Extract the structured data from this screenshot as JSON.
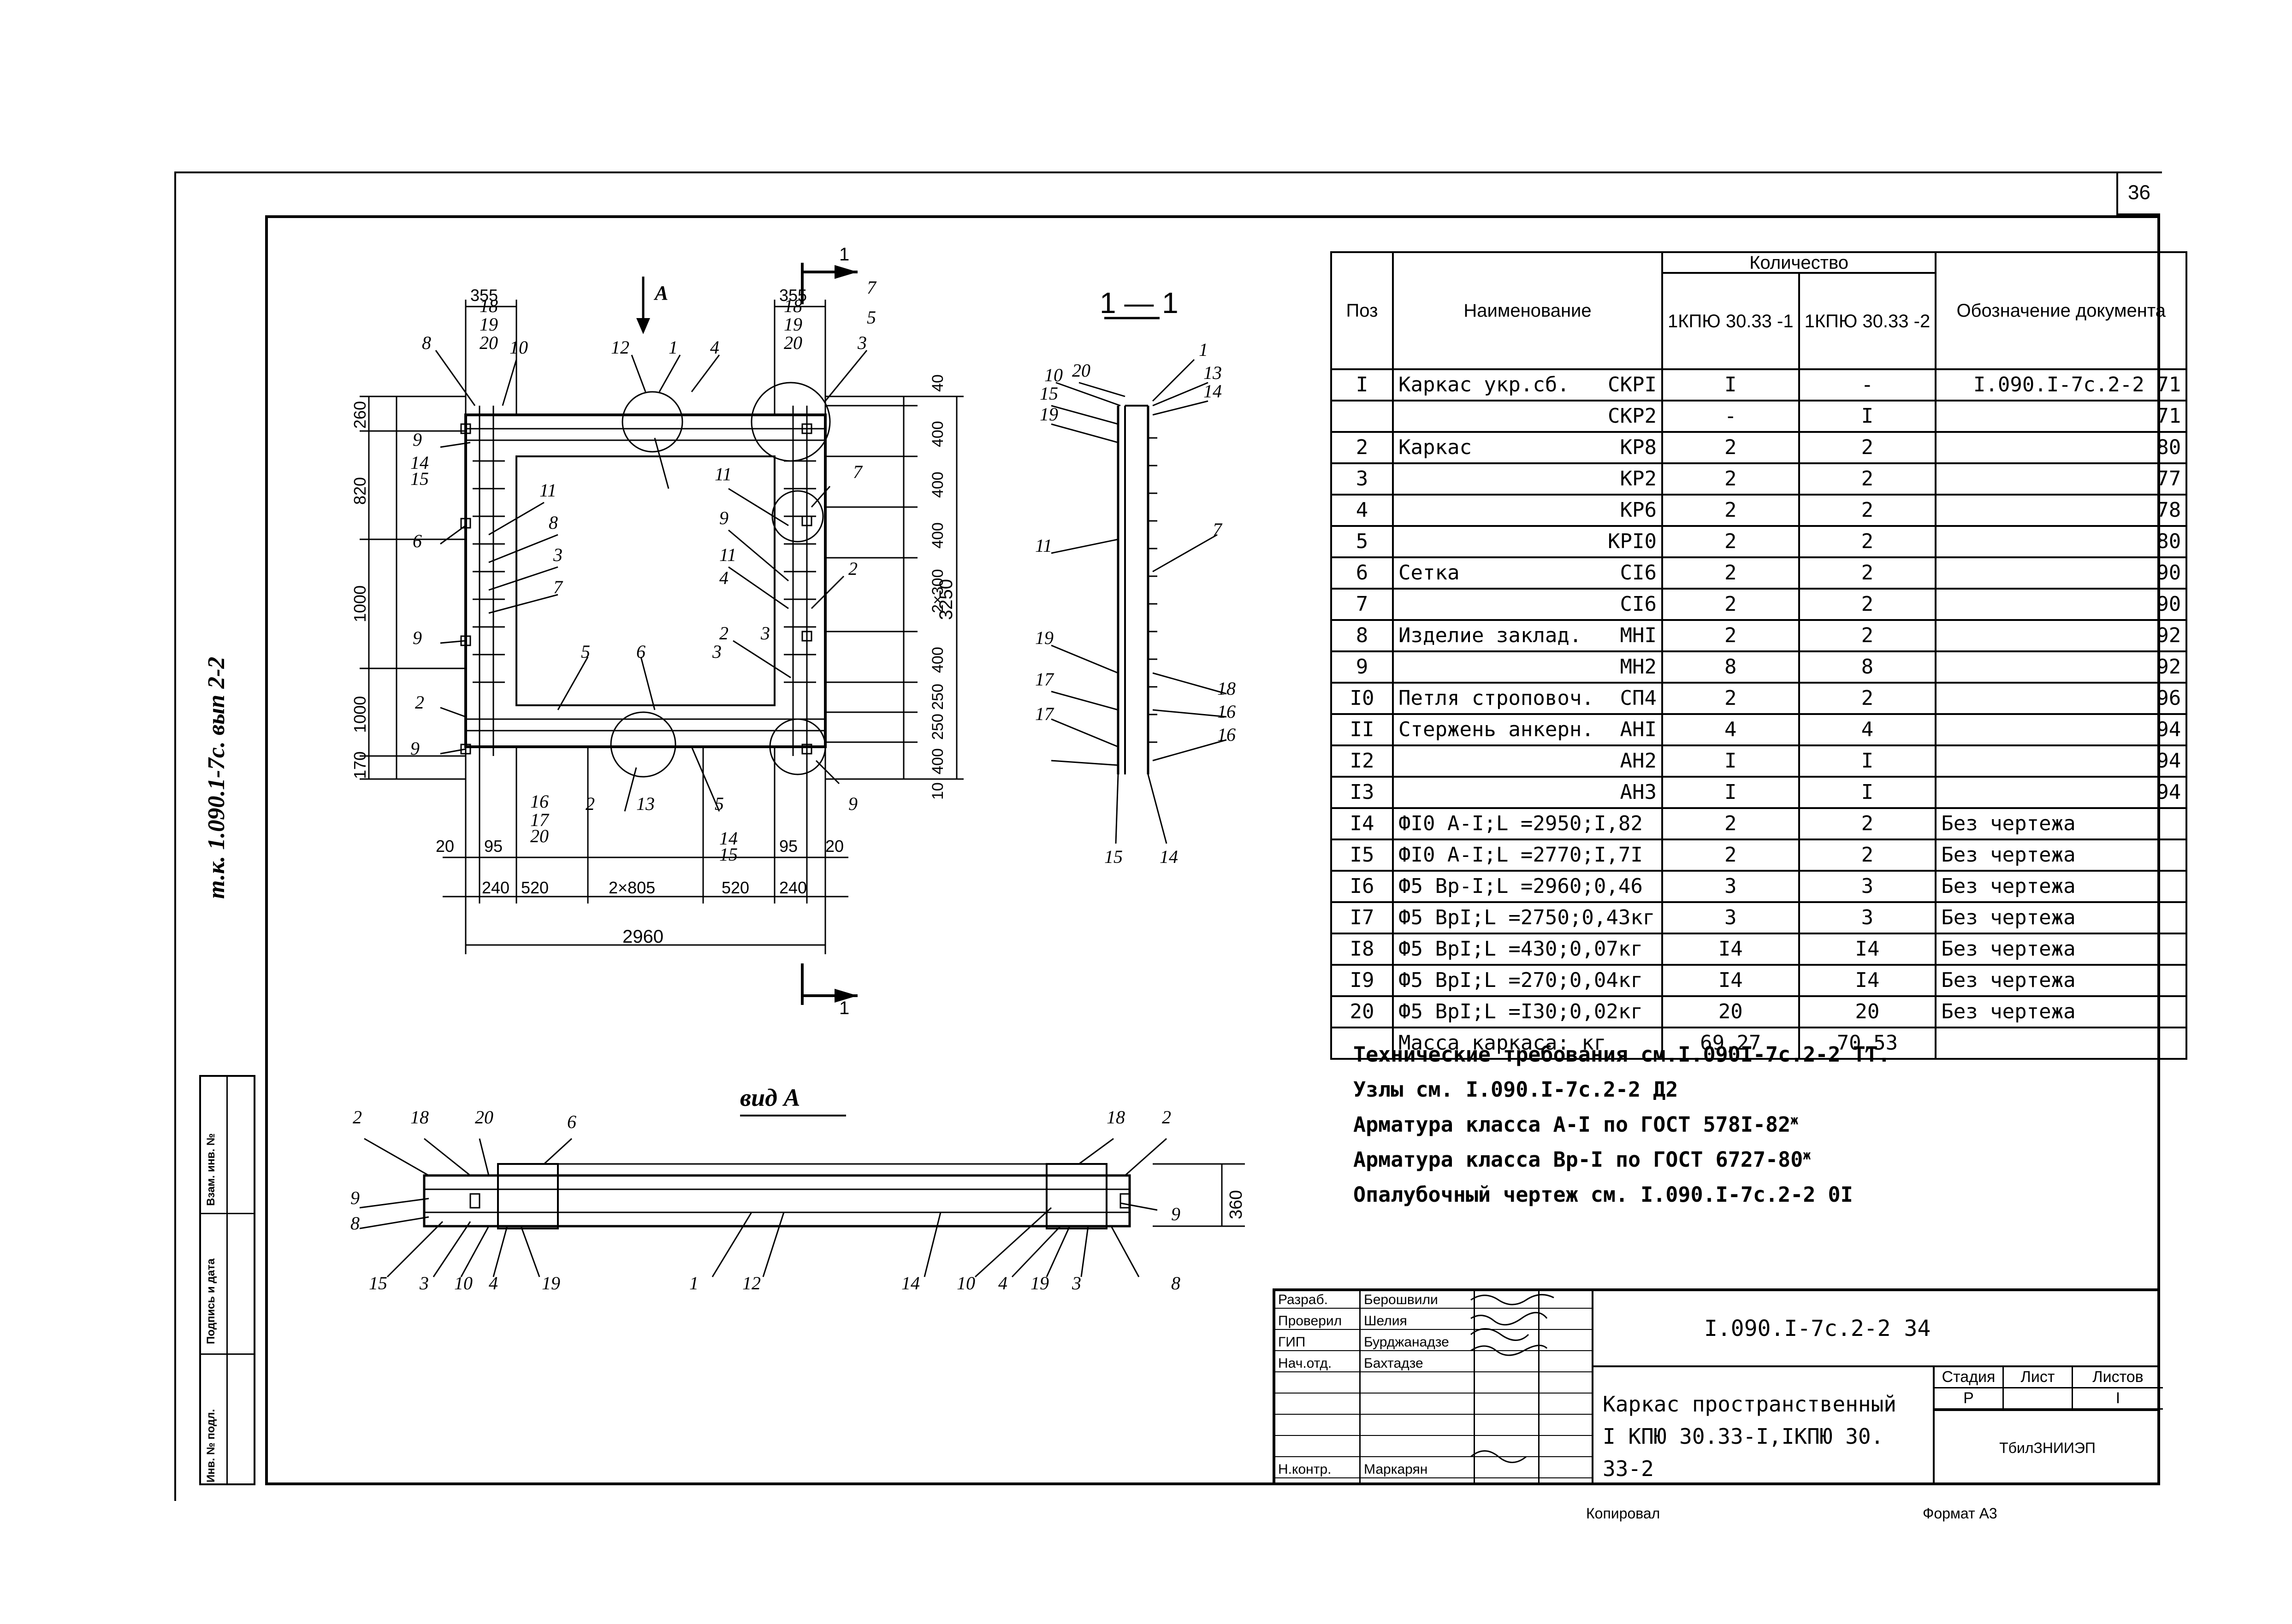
{
  "sheet_number": "36",
  "side_code": "т.к. 1.090.1-7с. вып 2-2",
  "side_stamp": [
    "Инв. № подл.",
    "Подпись и дата",
    "Взам. инв. №"
  ],
  "plan": {
    "dims_top": [
      "355",
      "355"
    ],
    "dims_left": [
      "260",
      "820",
      "1000",
      "1000",
      "170"
    ],
    "dims_right": [
      "40",
      "400",
      "400",
      "400",
      "2×300",
      "400",
      "250",
      "250",
      "400",
      "10"
    ],
    "total_height": "3250",
    "dims_bottom": [
      "20",
      "95",
      "240",
      "520",
      "2×805",
      "520",
      "240",
      "95",
      "20"
    ],
    "total_width": "2960",
    "view_arrow": "А",
    "cut_label": "1",
    "markers": [
      "8",
      "10",
      "12",
      "1",
      "4",
      "18",
      "19",
      "20",
      "18",
      "19",
      "20",
      "7",
      "5",
      "3",
      "9",
      "14",
      "15",
      "11",
      "6",
      "8",
      "11",
      "7",
      "9",
      "3",
      "7",
      "11",
      "2",
      "4",
      "2",
      "9",
      "3",
      "5",
      "6",
      "2",
      "9",
      "16",
      "17",
      "20",
      "2",
      "13",
      "5",
      "14",
      "15",
      "9",
      "3"
    ]
  },
  "section": {
    "title": "1 — 1",
    "markers": [
      "10",
      "20",
      "15",
      "19",
      "1",
      "13",
      "14",
      "7",
      "11",
      "19",
      "17",
      "17",
      "18",
      "16",
      "16",
      "15",
      "14"
    ]
  },
  "view_a": {
    "title": "вид А",
    "dim": "360",
    "markers": [
      "2",
      "18",
      "20",
      "6",
      "18",
      "2",
      "9",
      "8",
      "15",
      "3",
      "10",
      "4",
      "19",
      "1",
      "12",
      "14",
      "10",
      "4",
      "19",
      "3",
      "8",
      "9"
    ]
  },
  "spec": {
    "headers": {
      "pos": "Поз",
      "name": "Наименование",
      "qty": "Количество",
      "q1": "1КПЮ 30.33 -1",
      "q2": "1КПЮ 30.33 -2",
      "doc": "Обозначение документа"
    },
    "rows": [
      {
        "pos": "I",
        "name": "Каркас укр.сб.",
        "mark": "СКРI",
        "q1": "I",
        "q2": "-",
        "doc": "I.090.I-7с.2-2 71"
      },
      {
        "pos": "",
        "name": "",
        "mark": "СКР2",
        "q1": "-",
        "q2": "I",
        "doc": "71"
      },
      {
        "pos": "2",
        "name": "Каркас",
        "mark": "КР8",
        "q1": "2",
        "q2": "2",
        "doc": "80"
      },
      {
        "pos": "3",
        "name": "",
        "mark": "КР2",
        "q1": "2",
        "q2": "2",
        "doc": "77"
      },
      {
        "pos": "4",
        "name": "",
        "mark": "КР6",
        "q1": "2",
        "q2": "2",
        "doc": "78"
      },
      {
        "pos": "5",
        "name": "",
        "mark": "КРI0",
        "q1": "2",
        "q2": "2",
        "doc": "80"
      },
      {
        "pos": "6",
        "name": "Сетка",
        "mark": "СI6",
        "q1": "2",
        "q2": "2",
        "doc": "90"
      },
      {
        "pos": "7",
        "name": "",
        "mark": "СI6",
        "q1": "2",
        "q2": "2",
        "doc": "90"
      },
      {
        "pos": "8",
        "name": "Изделие заклад.",
        "mark": "МНI",
        "q1": "2",
        "q2": "2",
        "doc": "92"
      },
      {
        "pos": "9",
        "name": "",
        "mark": "МН2",
        "q1": "8",
        "q2": "8",
        "doc": "92"
      },
      {
        "pos": "I0",
        "name": "Петля строповоч.",
        "mark": "СП4",
        "q1": "2",
        "q2": "2",
        "doc": "96"
      },
      {
        "pos": "II",
        "name": "Стержень анкерн.",
        "mark": "АНI",
        "q1": "4",
        "q2": "4",
        "doc": "94"
      },
      {
        "pos": "I2",
        "name": "",
        "mark": "АН2",
        "q1": "I",
        "q2": "I",
        "doc": "94"
      },
      {
        "pos": "I3",
        "name": "",
        "mark": "АН3",
        "q1": "I",
        "q2": "I",
        "doc": "94"
      },
      {
        "pos": "I4",
        "name": "ФI0 А-I;L =2950;I,82",
        "mark": "",
        "q1": "2",
        "q2": "2",
        "doc": "Без чертежа"
      },
      {
        "pos": "I5",
        "name": "ФI0 А-I;L =2770;I,7I",
        "mark": "",
        "q1": "2",
        "q2": "2",
        "doc": "Без чертежа"
      },
      {
        "pos": "I6",
        "name": "Ф5 Вр-I;L =2960;0,46",
        "mark": "",
        "q1": "3",
        "q2": "3",
        "doc": "Без чертежа"
      },
      {
        "pos": "I7",
        "name": "Ф5 ВрI;L =2750;0,43кг",
        "mark": "",
        "q1": "3",
        "q2": "3",
        "doc": "Без чертежа"
      },
      {
        "pos": "I8",
        "name": "Ф5 ВрI;L =430;0,07кг",
        "mark": "",
        "q1": "I4",
        "q2": "I4",
        "doc": "Без чертежа"
      },
      {
        "pos": "I9",
        "name": "Ф5 ВрI;L =270;0,04кг",
        "mark": "",
        "q1": "I4",
        "q2": "I4",
        "doc": "Без чертежа"
      },
      {
        "pos": "20",
        "name": "Ф5 ВрI;L =I30;0,02кг",
        "mark": "",
        "q1": "20",
        "q2": "20",
        "doc": "Без чертежа"
      },
      {
        "pos": "",
        "name": "Масса каркаса: кг",
        "mark": "",
        "q1": "69,27",
        "q2": "70,53",
        "doc": ""
      }
    ]
  },
  "notes": [
    "Технические требования см.I.090I-7с.2-2 ТТ.",
    "Узлы см. I.090.I-7с.2-2 Д2",
    "Арматура класса А-I по ГОСТ 578I-82",
    "Арматура класса Вр-I по ГОСТ 6727-80",
    "Опалубочный чертеж см. I.090.I-7с.2-2 0I"
  ],
  "notes_sup": [
    "",
    "",
    "ж",
    "ж",
    ""
  ],
  "title_block": {
    "rows": [
      {
        "role": "Разраб.",
        "name": "Берошвили"
      },
      {
        "role": "Проверил",
        "name": "Шелия"
      },
      {
        "role": "ГИП",
        "name": "Бурджанадзе"
      },
      {
        "role": "Нач.отд.",
        "name": "Бахтадзе"
      },
      {
        "role": "",
        "name": ""
      },
      {
        "role": "",
        "name": ""
      },
      {
        "role": "",
        "name": ""
      },
      {
        "role": "",
        "name": ""
      },
      {
        "role": "Н.контр.",
        "name": "Маркарян"
      }
    ],
    "code": "I.090.I-7с.2-2 34",
    "title": [
      "Каркас пространственный",
      "I КПЮ 30.33-I,IКПЮ 30.",
      "33-2"
    ],
    "stage_headers": [
      "Стадия",
      "Лист",
      "Листов"
    ],
    "stage_values": [
      "Р",
      "",
      "I"
    ],
    "org": "ТбилЗНИИЭП"
  },
  "footer": {
    "copied": "Копировал",
    "format": "Формат А3"
  }
}
